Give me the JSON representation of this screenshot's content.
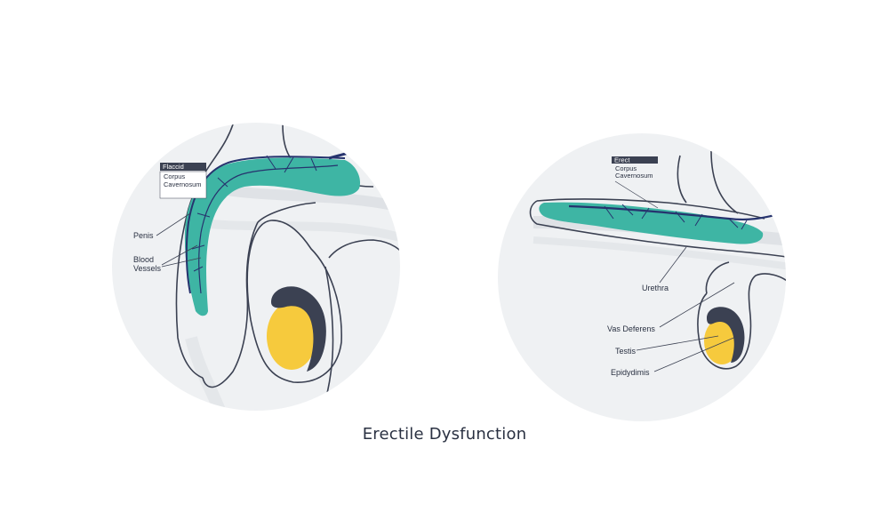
{
  "caption": "Erectile Dysfunction",
  "colors": {
    "circle_bg": "#eff1f3",
    "outline": "#3b4152",
    "corpus": "#3eb5a4",
    "vessel": "#26336e",
    "testis": "#f6ca3d",
    "epididymis": "#3b4152",
    "tag_bg": "#3b4152"
  },
  "left_panel": {
    "tag": "Flaccid",
    "tag_sub_1": "Corpus",
    "tag_sub_2": "Cavernosum",
    "penis": "Penis",
    "blood_1": "Blood",
    "blood_2": "Vessels"
  },
  "right_panel": {
    "tag": "Erect",
    "tag_sub_1": "Corpus",
    "tag_sub_2": "Cavernosum",
    "urethra": "Urethra",
    "vas": "Vas Deferens",
    "testis": "Testis",
    "epididymis": "Epidydimis"
  }
}
